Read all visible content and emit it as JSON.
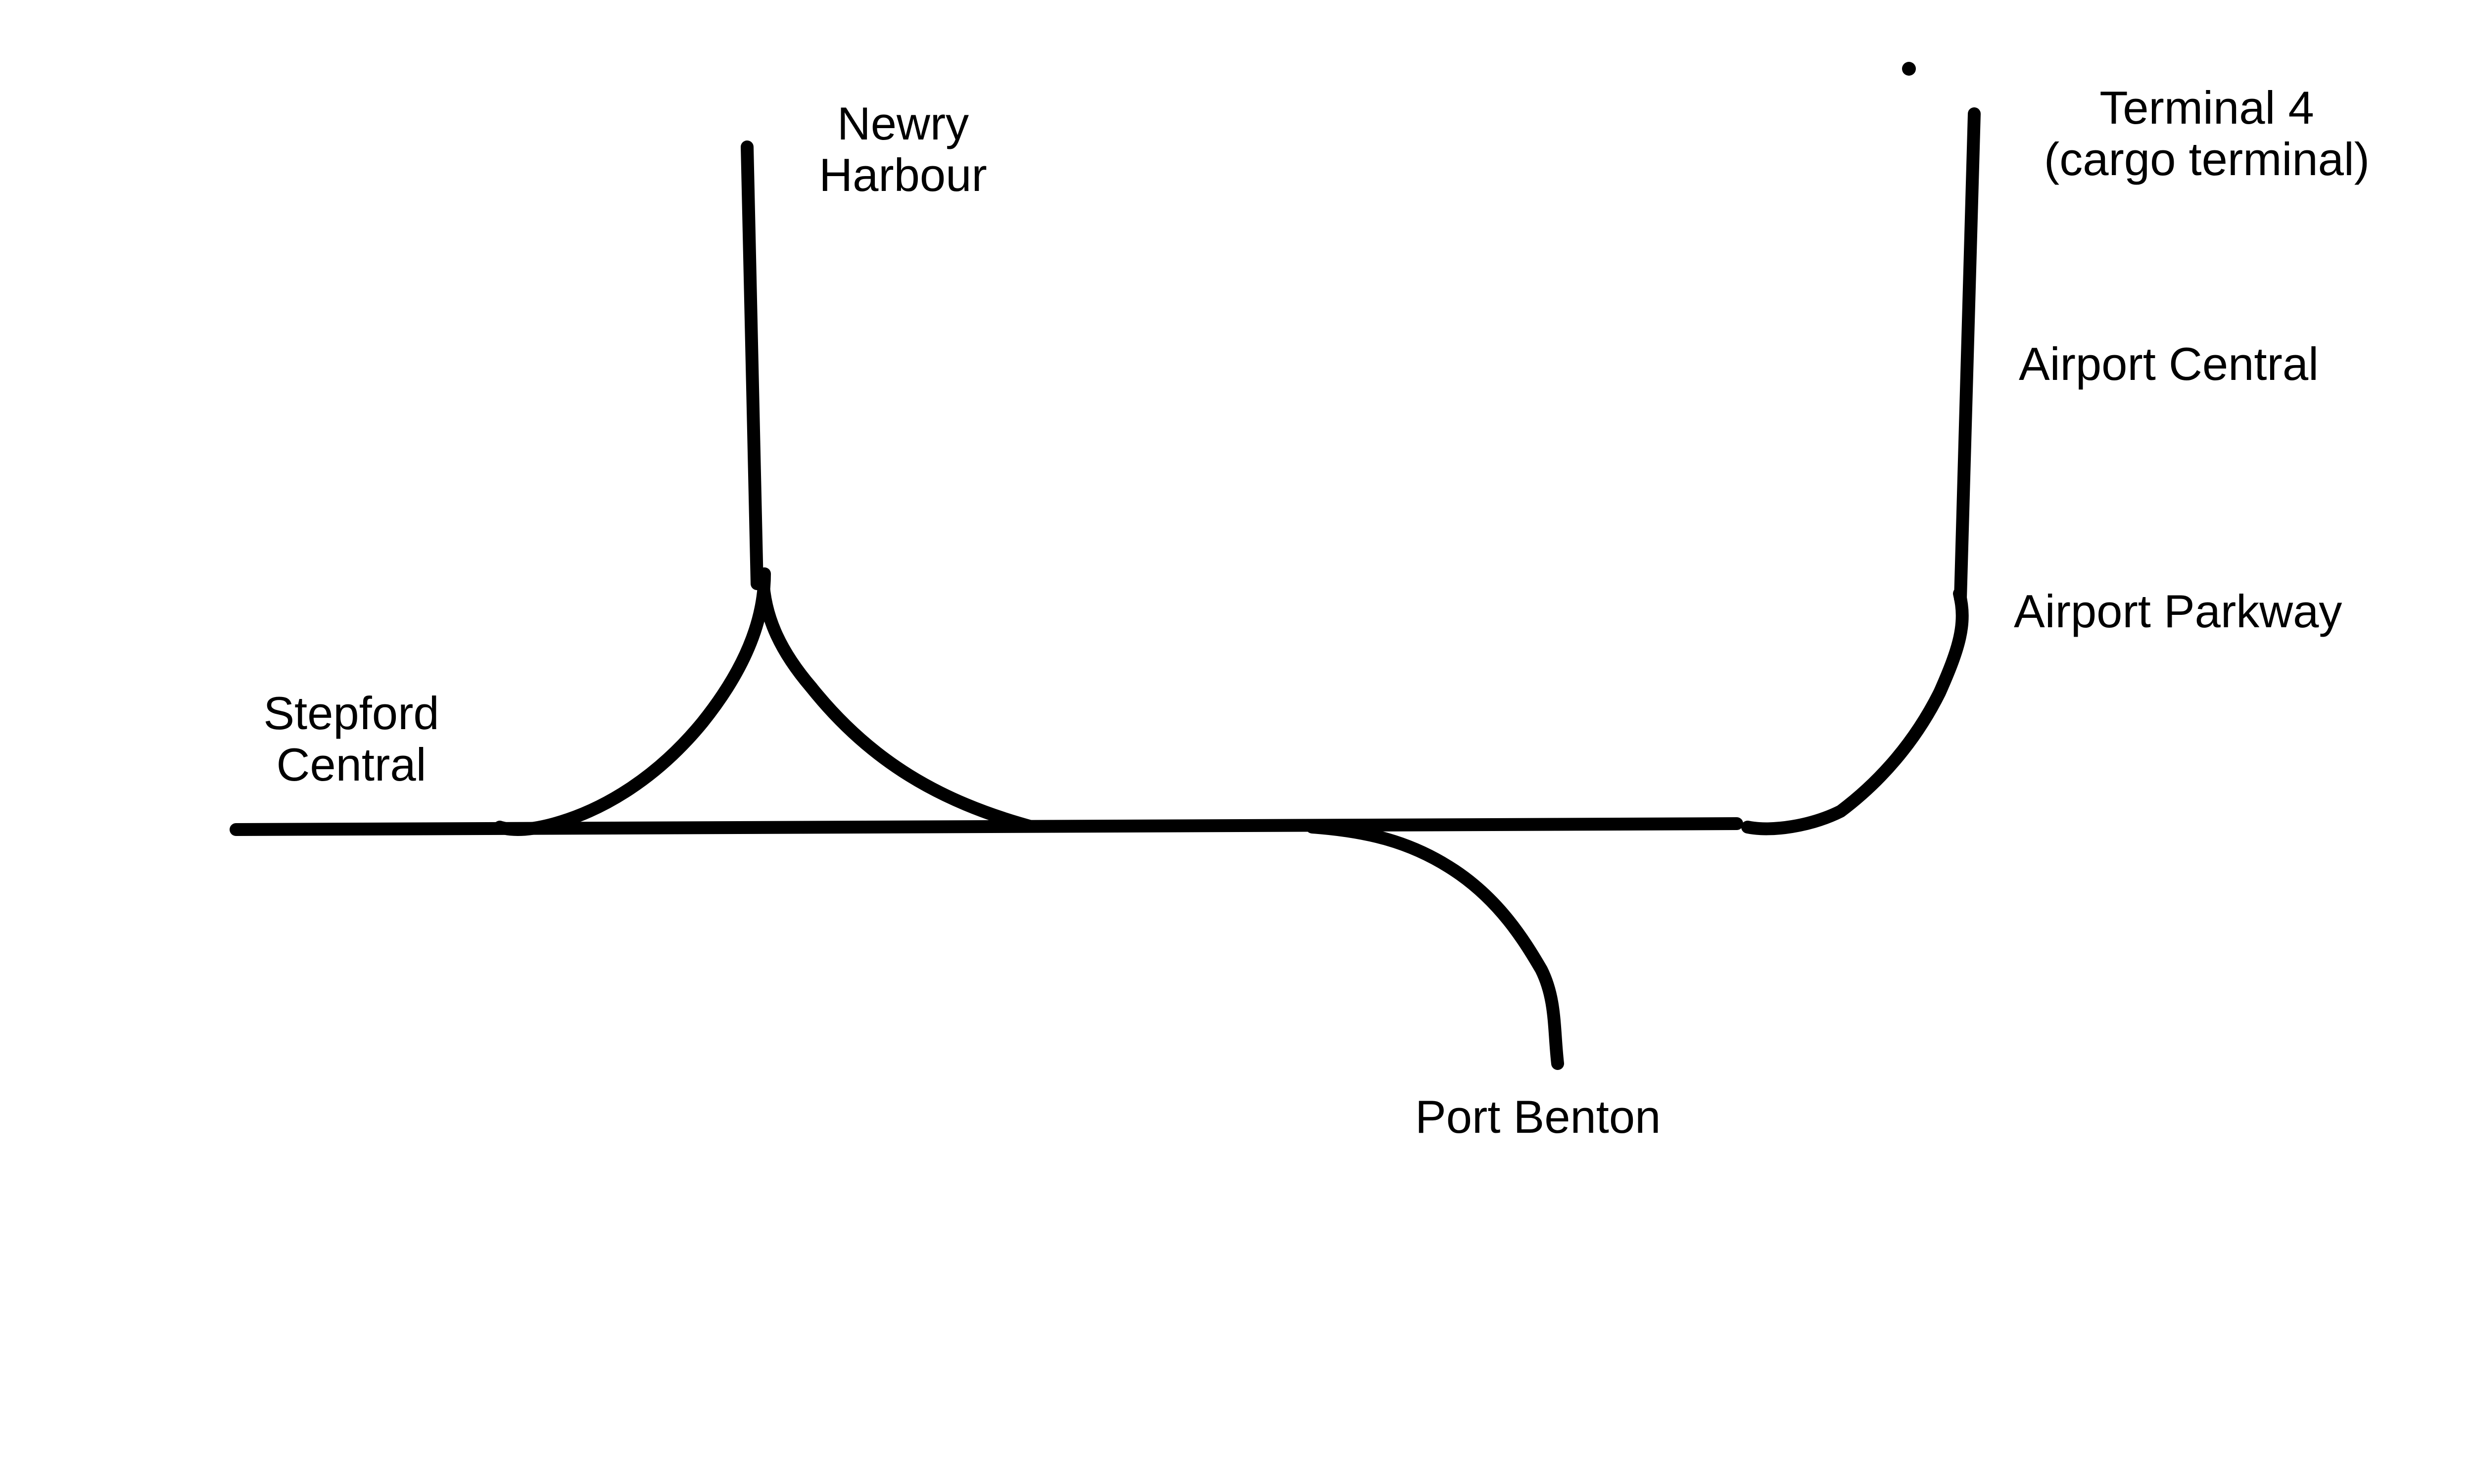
{
  "diagram": {
    "type": "rail-network-sketch",
    "colors": {
      "line": "#000000",
      "background": "#ffffff",
      "text": "#000000"
    },
    "stations": [
      {
        "id": "newry-harbour",
        "lines": [
          "Newry",
          "Harbour"
        ]
      },
      {
        "id": "terminal-4",
        "lines": [
          "Terminal 4",
          "(cargo terminal)"
        ]
      },
      {
        "id": "airport-central",
        "lines": [
          "Airport Central"
        ]
      },
      {
        "id": "airport-parkway",
        "lines": [
          "Airport Parkway"
        ]
      },
      {
        "id": "stepford-central",
        "lines": [
          "Stepford",
          "Central"
        ]
      },
      {
        "id": "port-benton",
        "lines": [
          "Port Benton"
        ]
      }
    ],
    "connections": [
      {
        "from": "Stepford Central",
        "to": "Airport Parkway",
        "type": "main-line"
      },
      {
        "from": "Newry Harbour",
        "to": "main-line",
        "type": "triangle-junction"
      },
      {
        "from": "main-line",
        "to": "Port Benton",
        "type": "branch"
      },
      {
        "from": "Airport Parkway",
        "to": "Terminal 4 (cargo terminal)",
        "via": "Airport Central",
        "type": "branch"
      }
    ]
  }
}
